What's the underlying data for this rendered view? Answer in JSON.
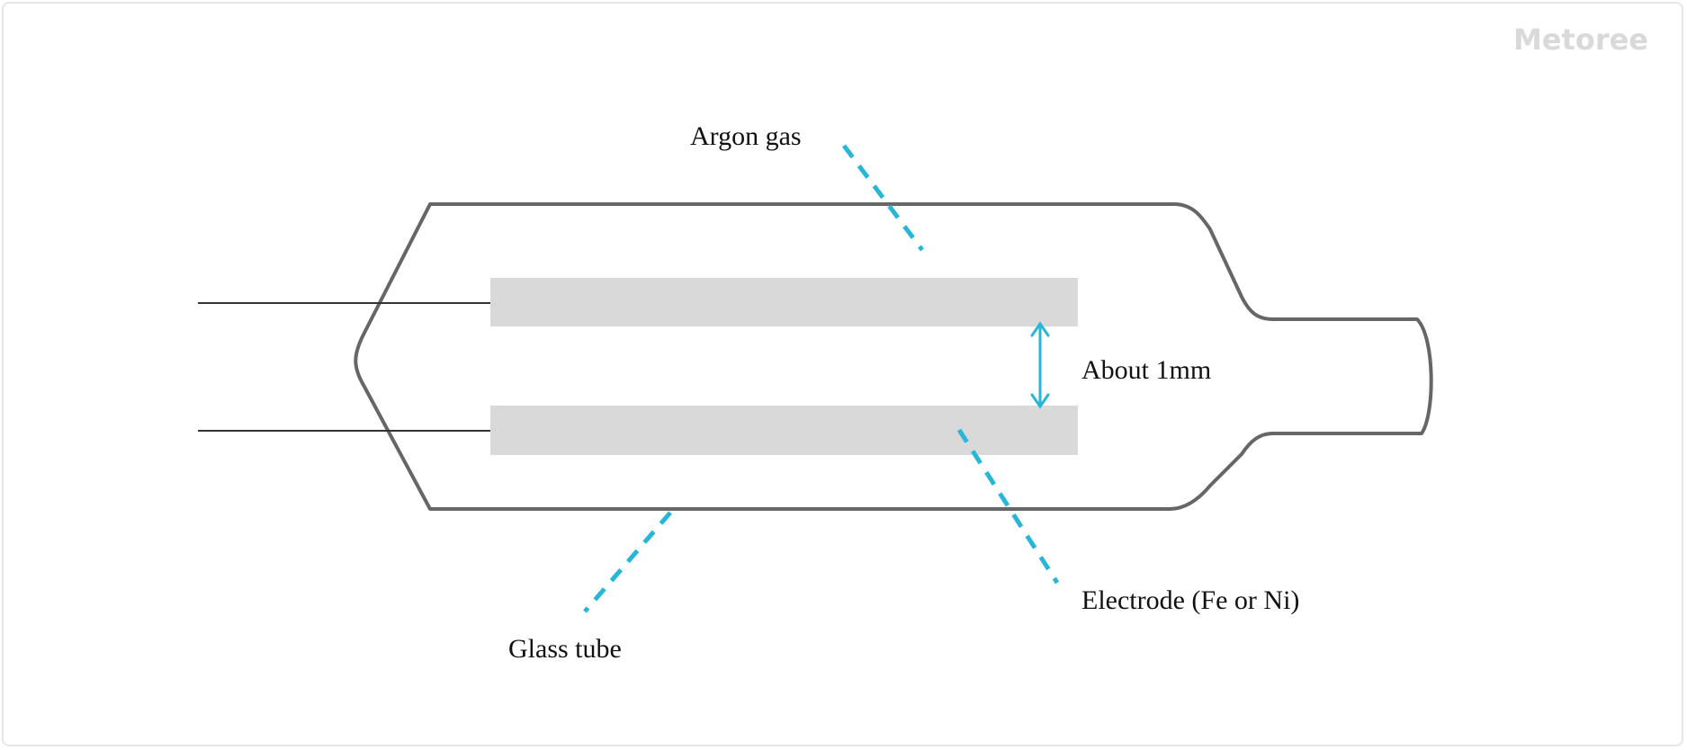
{
  "watermark": "Metoree",
  "labels": {
    "argon_gas": "Argon gas",
    "gap": "About 1mm",
    "glass_tube": "Glass tube",
    "electrode": "Electrode (Fe or Ni)"
  },
  "colors": {
    "tube_outline": "#666666",
    "electrode_fill": "#d9d9d9",
    "lead_wire": "#333333",
    "pointer": "#29b6d6",
    "text": "#111111",
    "watermark": "#d9d9d9"
  }
}
